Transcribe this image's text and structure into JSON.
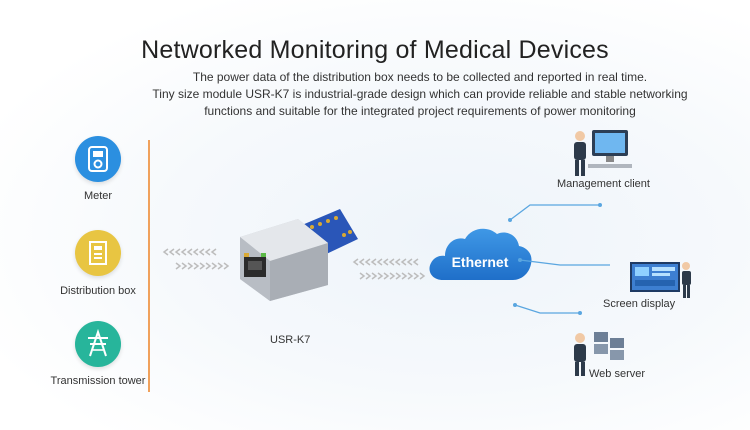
{
  "title": "Networked Monitoring of Medical Devices",
  "description": [
    "The power data of the distribution box needs to be collected and reported in real time.",
    "Tiny size module USR-K7 is industrial-grade design which can provide reliable and stable networking",
    "functions and suitable for the integrated project requirements of power monitoring"
  ],
  "sources": [
    {
      "label": "Meter",
      "color": "#2b8fe0",
      "icon": "meter-icon"
    },
    {
      "label": "Distribution box",
      "color": "#e8c542",
      "icon": "distribution-box-icon"
    },
    {
      "label": "Transmission tower",
      "color": "#27b59b",
      "icon": "transmission-tower-icon"
    }
  ],
  "device": {
    "label": "USR-K7"
  },
  "network": {
    "label": "Ethernet",
    "color": "#2a7fd6"
  },
  "destinations": [
    {
      "label": "Management client",
      "icon": "management-client-icon"
    },
    {
      "label": "Screen display",
      "icon": "screen-display-icon"
    },
    {
      "label": "Web server",
      "icon": "web-server-icon"
    }
  ],
  "colors": {
    "accent_line": "#f0a15c",
    "connector": "#5aa6e0",
    "arrow": "#c9c9c9"
  }
}
